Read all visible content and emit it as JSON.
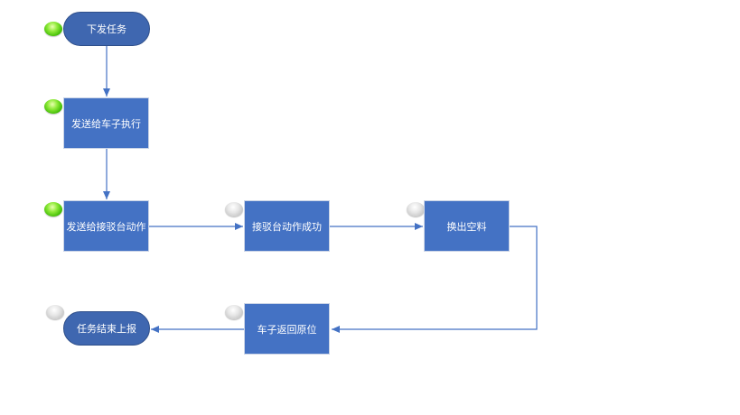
{
  "flow": {
    "nodes": {
      "start": {
        "label": "下发任务",
        "status": "done"
      },
      "send_car": {
        "label": "发送给车子执行",
        "status": "done"
      },
      "send_dock": {
        "label": "发送给接驳台动作",
        "status": "done"
      },
      "dock_success": {
        "label": "接驳台动作成功",
        "status": "pending"
      },
      "swap_empty": {
        "label": "换出空料",
        "status": "pending"
      },
      "car_return": {
        "label": "车子返回原位",
        "status": "pending"
      },
      "end": {
        "label": "任务结束上报",
        "status": "pending"
      }
    },
    "edges": [
      {
        "from": "start",
        "to": "send_car"
      },
      {
        "from": "send_car",
        "to": "send_dock"
      },
      {
        "from": "send_dock",
        "to": "dock_success"
      },
      {
        "from": "dock_success",
        "to": "swap_empty"
      },
      {
        "from": "swap_empty",
        "to": "car_return"
      },
      {
        "from": "car_return",
        "to": "end"
      }
    ],
    "colors": {
      "box": "#4472c4",
      "terminal": "#3f67b0",
      "edge": "#4472c4",
      "done": "#39b800",
      "pending": "#c3c3c3"
    }
  }
}
